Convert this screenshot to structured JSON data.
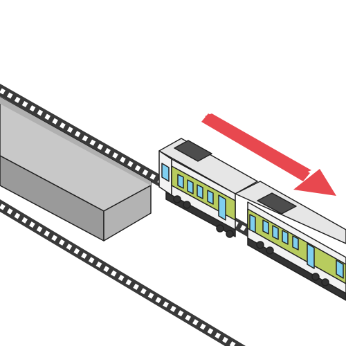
{
  "scene": {
    "subject": "train-on-track",
    "motion_direction": "down-right",
    "colors": {
      "background": "#ffffff",
      "rail": "#3a3a3a",
      "tie": "#ffffff",
      "block_top": "#c8c8c8",
      "block_left": "#9a9a9a",
      "block_right": "#b3b3b3",
      "train_roof": "#e6e6e6",
      "train_roof_panel": "#4d4d4d",
      "train_body": "#f2f2f2",
      "train_stripe": "#b8cc5e",
      "train_window": "#7fcff0",
      "train_undercarriage": "#333333",
      "arrow": "#e8484f",
      "outline": "#222222"
    },
    "icons": [
      "red-direction-arrow",
      "train-car",
      "platform-block"
    ]
  }
}
